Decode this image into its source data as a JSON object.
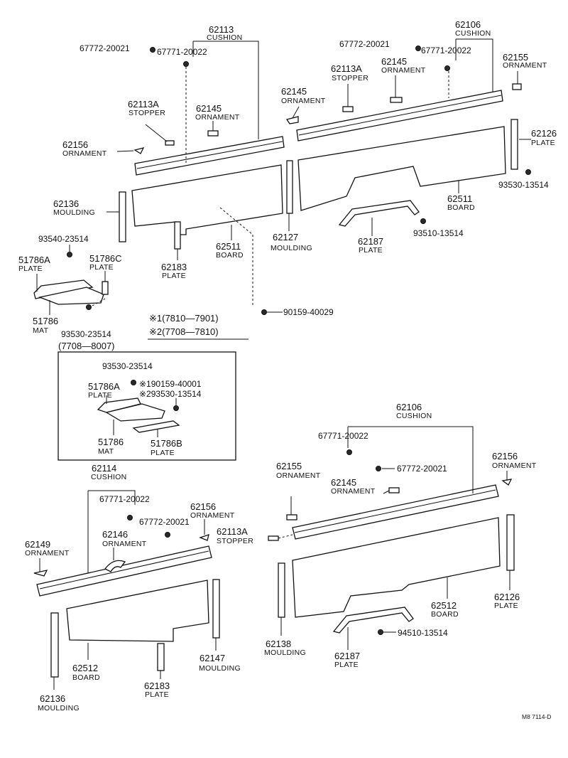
{
  "labels": {
    "c62113": {
      "num": "62113",
      "name": "CUSHION"
    },
    "c62106a": {
      "num": "62106",
      "name": "CUSHION"
    },
    "c62106b": {
      "num": "62106",
      "name": "CUSHION"
    },
    "c62114": {
      "num": "62114",
      "name": "CUSHION"
    },
    "s62113a_l": {
      "num": "62113A",
      "name": "STOPPER"
    },
    "s62113a_r": {
      "num": "62113A",
      "name": "STOPPER"
    },
    "s62113a_b": {
      "num": "62113A",
      "name": "STOPPER"
    },
    "o62145_a": {
      "num": "62145",
      "name": "ORNAMENT"
    },
    "o62145_b": {
      "num": "62145",
      "name": "ORNAMENT"
    },
    "o62145_c": {
      "num": "62145",
      "name": "ORNAMENT"
    },
    "o62145_d": {
      "num": "62145",
      "name": "ORNAMENT"
    },
    "o62155_a": {
      "num": "62155",
      "name": "ORNAMENT"
    },
    "o62155_b": {
      "num": "62155",
      "name": "ORNAMENT"
    },
    "o62156_a": {
      "num": "62156",
      "name": "ORNAMENT"
    },
    "o62156_b": {
      "num": "62156",
      "name": "ORNAMENT"
    },
    "o62156_c": {
      "num": "62156",
      "name": "ORNAMENT"
    },
    "o62149": {
      "num": "62149",
      "name": "ORNAMENT"
    },
    "o62146": {
      "num": "62146",
      "name": "ORNAMENT"
    },
    "p62126_a": {
      "num": "62126",
      "name": "PLATE"
    },
    "p62126_b": {
      "num": "62126",
      "name": "PLATE"
    },
    "m62136_a": {
      "num": "62136",
      "name": "MOULDING"
    },
    "m62136_b": {
      "num": "62136",
      "name": "MOULDING"
    },
    "m62127": {
      "num": "62127",
      "name": "MOULDING"
    },
    "m62138": {
      "num": "62138",
      "name": "MOULDING"
    },
    "m62147": {
      "num": "62147",
      "name": "MOULDING"
    },
    "b62511_a": {
      "num": "62511",
      "name": "BOARD"
    },
    "b62511_b": {
      "num": "62511",
      "name": "BOARD"
    },
    "b62512_a": {
      "num": "62512",
      "name": "BOARD"
    },
    "b62512_b": {
      "num": "62512",
      "name": "BOARD"
    },
    "p62187_a": {
      "num": "62187",
      "name": "PLATE"
    },
    "p62187_b": {
      "num": "62187",
      "name": "PLATE"
    },
    "p62183_a": {
      "num": "62183",
      "name": "PLATE"
    },
    "p62183_b": {
      "num": "62183",
      "name": "PLATE"
    },
    "p51786a": {
      "num": "51786A",
      "name": "PLATE"
    },
    "p51786c": {
      "num": "51786C",
      "name": "PLATE"
    },
    "mat51786": {
      "num": "51786",
      "name": "MAT"
    },
    "box_p51786a": {
      "num": "51786A",
      "name": "PLATE"
    },
    "box_mat51786": {
      "num": "51786",
      "name": "MAT"
    },
    "box_p51786b": {
      "num": "51786B",
      "name": "PLATE"
    }
  },
  "refs": {
    "r67772_a": "67772-20021",
    "r67771_a": "67771-20022",
    "r67772_b": "67772-20021",
    "r67771_b": "67771-20022",
    "r93530_13514": "93530-13514",
    "r93510_13514": "93510-13514",
    "r93540_23514": "93540-23514",
    "r93530_23514": "93530-23514",
    "r90159_40029": "90159-40029",
    "r67771_c": "67771-20022",
    "r67772_c": "67772-20021",
    "r67771_d": "67771-20022",
    "r67772_d": "67772-20021",
    "r94510_13514": "94510-13514",
    "box_r93530_23514": "93530-23514",
    "box_r190159": "※190159-40001",
    "box_r2_93530": "※293530-13514"
  },
  "notes": {
    "note1": "※1(7810—7901)",
    "note2": "※2(7708—7810)",
    "box_title": "(7708—8007)",
    "catalog": "M8 7114-D"
  }
}
